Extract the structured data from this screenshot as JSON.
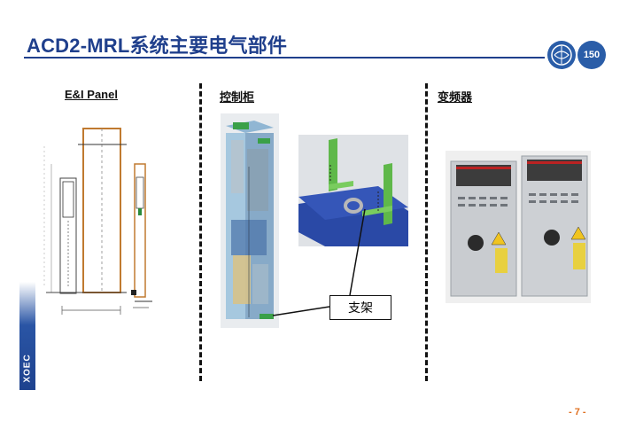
{
  "header": {
    "title": "ACD2-MRL系统主要电气部件",
    "logo_text": "150"
  },
  "columns": [
    {
      "heading": "E&I Panel"
    },
    {
      "heading": "控制柜"
    },
    {
      "heading": "变频器"
    }
  ],
  "callout": {
    "label": "支架"
  },
  "sidebar": {
    "text": "XOEC"
  },
  "footer": {
    "page": "- 7 -"
  },
  "colors": {
    "title": "#1f3f8c",
    "page_number": "#e07020",
    "sidebar": "#2a55a5"
  }
}
